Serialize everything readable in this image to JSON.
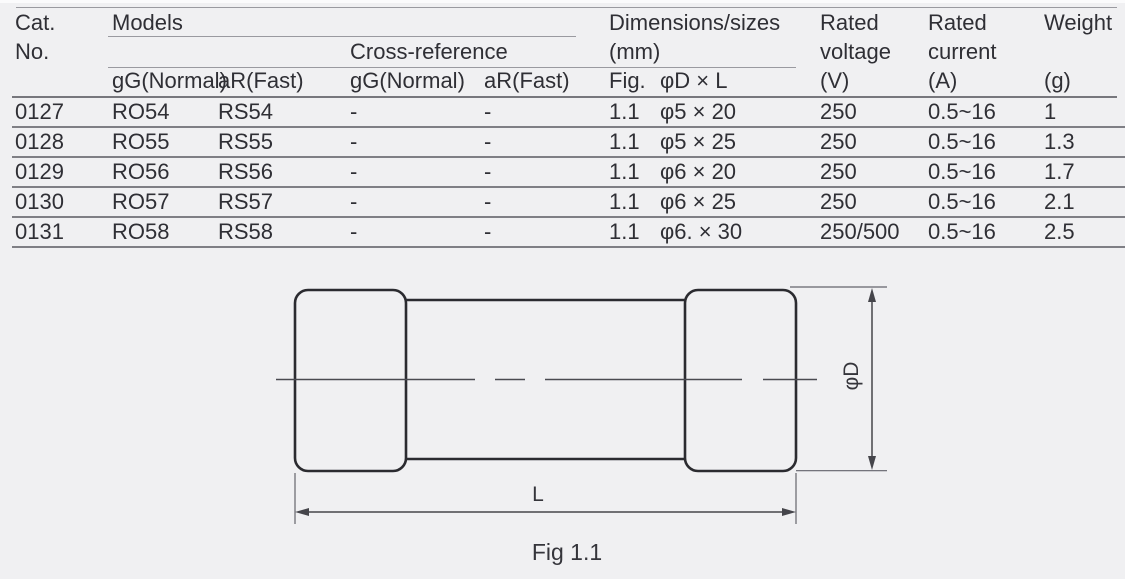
{
  "page": {
    "background": "#f0f0f2",
    "text_color": "#2f2f35",
    "rule_color": "#9a9aa0"
  },
  "table": {
    "header": {
      "cat_line1": "Cat.",
      "cat_line2": "No.",
      "models": "Models",
      "cross_reference": "Cross-reference",
      "dimensions_line1": "Dimensions/sizes",
      "dimensions_line2": "(mm)",
      "rated_voltage_line1": "Rated",
      "rated_voltage_line2": "voltage",
      "rated_voltage_unit": "(V)",
      "rated_current_line1": "Rated",
      "rated_current_line2": "current",
      "rated_current_unit": "(A)",
      "weight": "Weight",
      "weight_unit": "(g)",
      "sub": {
        "models_gg": "gG(Normal)",
        "models_ar": "aR(Fast)",
        "cross_gg": "gG(Normal)",
        "cross_ar": "aR(Fast)",
        "fig": "Fig.",
        "dim": "φD × L"
      }
    },
    "rows": [
      {
        "cat": "0127",
        "model_gg": "RO54",
        "model_ar": "RS54",
        "cross_gg": "-",
        "cross_ar": "-",
        "fig": "1.1",
        "dim": "φ5 × 20",
        "voltage": "250",
        "current": "0.5~16",
        "weight": "1"
      },
      {
        "cat": "0128",
        "model_gg": "RO55",
        "model_ar": "RS55",
        "cross_gg": "-",
        "cross_ar": "-",
        "fig": "1.1",
        "dim": "φ5 × 25",
        "voltage": "250",
        "current": "0.5~16",
        "weight": "1.3"
      },
      {
        "cat": "0129",
        "model_gg": "RO56",
        "model_ar": "RS56",
        "cross_gg": "-",
        "cross_ar": "-",
        "fig": "1.1",
        "dim": "φ6 × 20",
        "voltage": "250",
        "current": "0.5~16",
        "weight": "1.7"
      },
      {
        "cat": "0130",
        "model_gg": "RO57",
        "model_ar": "RS57",
        "cross_gg": "-",
        "cross_ar": "-",
        "fig": "1.1",
        "dim": "φ6 × 25",
        "voltage": "250",
        "current": "0.5~16",
        "weight": "2.1"
      },
      {
        "cat": "0131",
        "model_gg": "RO58",
        "model_ar": "RS58",
        "cross_gg": "-",
        "cross_ar": "-",
        "fig": "1.1",
        "dim": "φ6. × 30",
        "voltage": "250/500",
        "current": "0.5~16",
        "weight": "2.5"
      }
    ]
  },
  "figure": {
    "diameter_label": "φD",
    "length_label": "L",
    "caption": "Fig 1.1"
  }
}
